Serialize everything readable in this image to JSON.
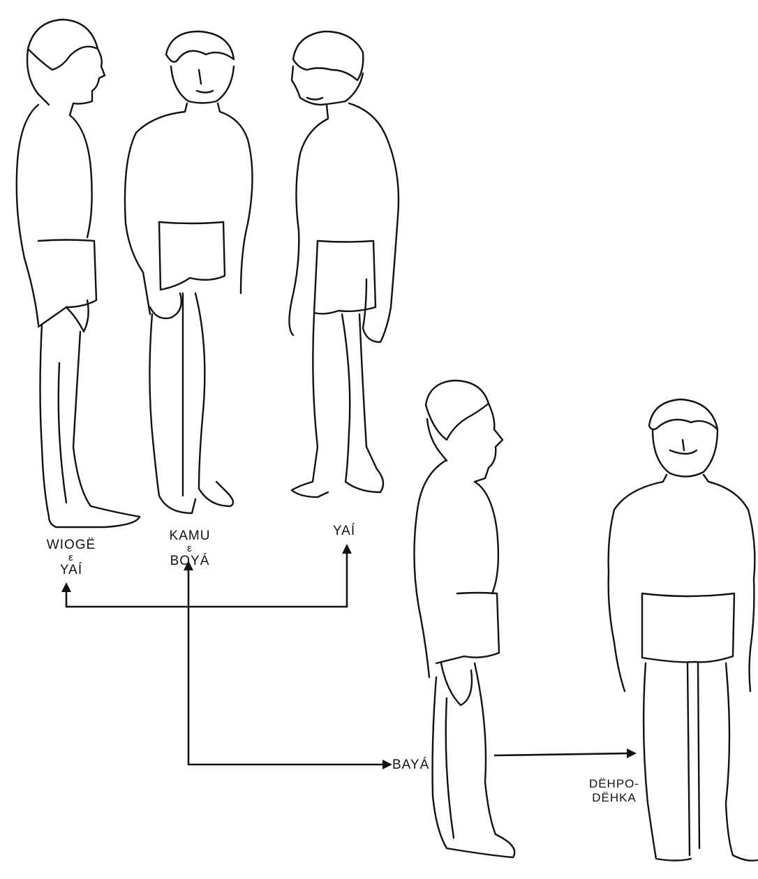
{
  "labels": {
    "wiogeyai": {
      "line1": "WIOGË",
      "conj": "ε",
      "line2": "YAÍ"
    },
    "kamuboya": {
      "line1": "KAMU",
      "conj": "ε",
      "line2": "BOYÁ"
    },
    "yai": {
      "line1": "YAÍ"
    },
    "baya": {
      "line1": "BAYÁ"
    },
    "dehpodehka": {
      "line1": "DËHPO-",
      "line2": "DËHKA"
    }
  },
  "colors": {
    "ink": "#111111",
    "paper": "#ffffff"
  }
}
